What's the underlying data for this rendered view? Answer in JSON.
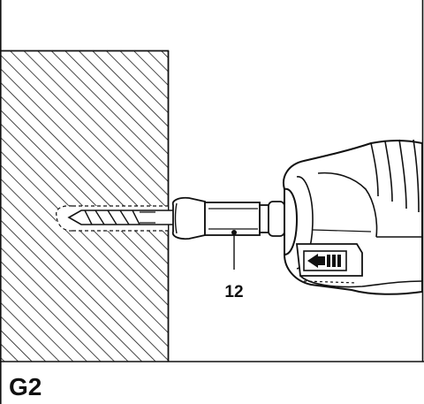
{
  "figure": {
    "label": "G2",
    "callout_number": "12"
  },
  "icons": {
    "wall": "hatched-wall-section",
    "drill_bit": "drill-bit-icon",
    "bit_holder": "bit-holder-icon",
    "drill": "cordless-drill-icon",
    "direction_switch": "reverse-direction-arrow-icon"
  },
  "colors": {
    "line": "#111111",
    "hatch": "#1a1a1a",
    "background": "#ffffff"
  }
}
